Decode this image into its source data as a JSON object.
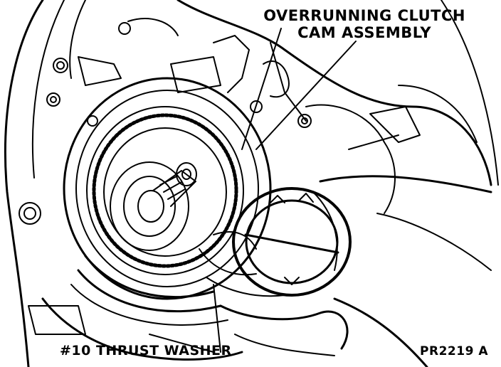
{
  "callouts": {
    "overrunning_clutch_line1": "OVERRUNNING CLUTCH",
    "overrunning_clutch_line2": "CAM ASSEMBLY",
    "thrust_washer": "#10 THRUST WASHER"
  },
  "figure_code": "PR2219 A",
  "colors": {
    "ink": "#000000",
    "paper": "#ffffff"
  }
}
